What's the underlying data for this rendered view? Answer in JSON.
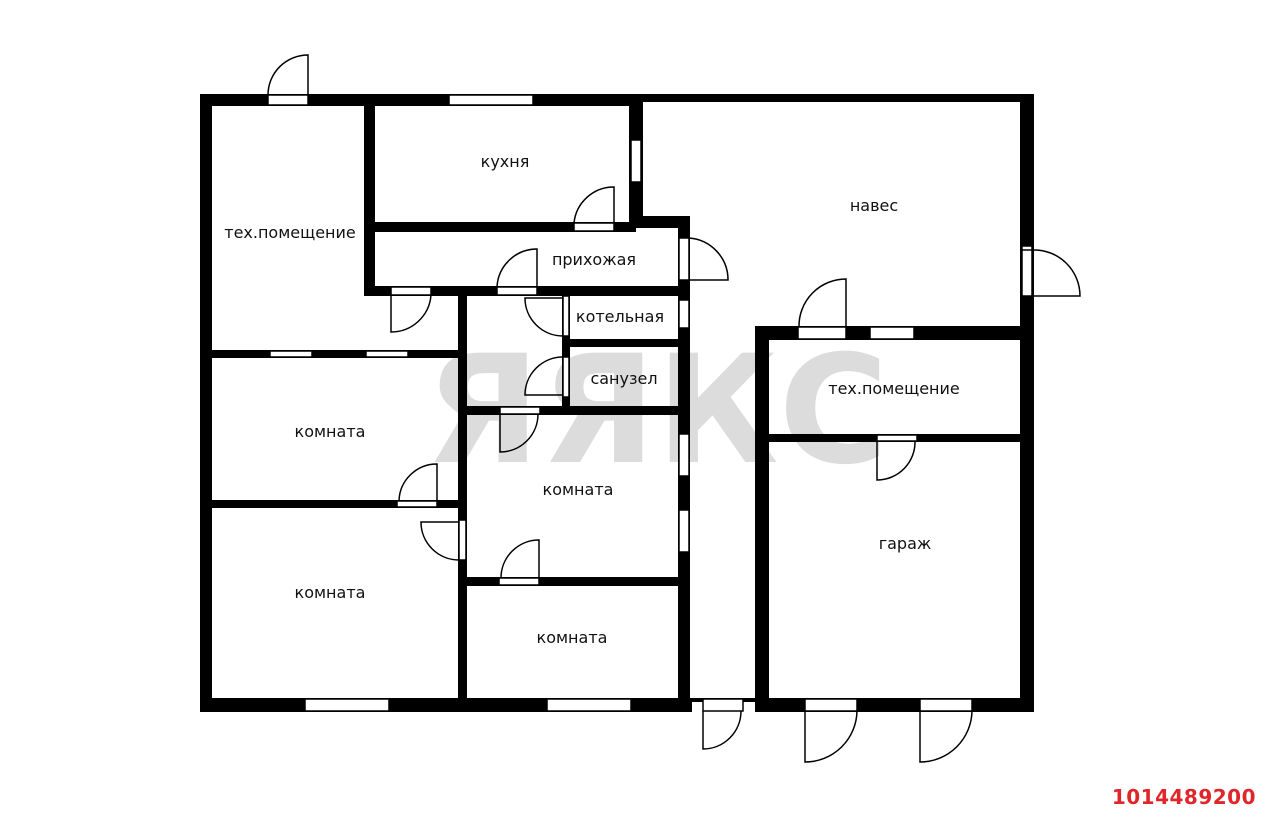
{
  "colors": {
    "wall": "#000000",
    "label": "#111111",
    "watermark": "#dcdcdc",
    "listing_id": "#e0262b"
  },
  "watermark": {
    "text": "ЯЯКС",
    "logo_icon": "sem-logo-icon"
  },
  "listing_id": "1014489200",
  "rooms": {
    "tech_room_left": "тех.помещение",
    "kitchen": "кухня",
    "canopy": "навес",
    "hallway": "прихожая",
    "boiler_room": "котельная",
    "bathroom": "санузел",
    "tech_room_right": "тех.помещение",
    "room_1": "комната",
    "room_2": "комната",
    "room_3": "комната",
    "room_4": "комната",
    "garage": "гараж"
  }
}
